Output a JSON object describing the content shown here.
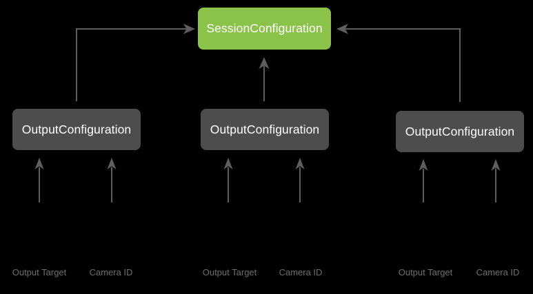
{
  "colors": {
    "background": "#000000",
    "session_box_fill": "#8BC34A",
    "output_box_fill": "#4D4D4D",
    "node_text": "#FFFFFF",
    "arrow": "#5E5E5E",
    "port_label_text": "#6E6E6E"
  },
  "session": {
    "label": "SessionConfiguration"
  },
  "outputs": [
    {
      "label": "OutputConfiguration",
      "ports": [
        {
          "label": "Output Target"
        },
        {
          "label": "Camera ID"
        }
      ]
    },
    {
      "label": "OutputConfiguration",
      "ports": [
        {
          "label": "Output Target"
        },
        {
          "label": "Camera ID"
        }
      ]
    },
    {
      "label": "OutputConfiguration",
      "ports": [
        {
          "label": "Output Target"
        },
        {
          "label": "Camera ID"
        }
      ]
    }
  ]
}
